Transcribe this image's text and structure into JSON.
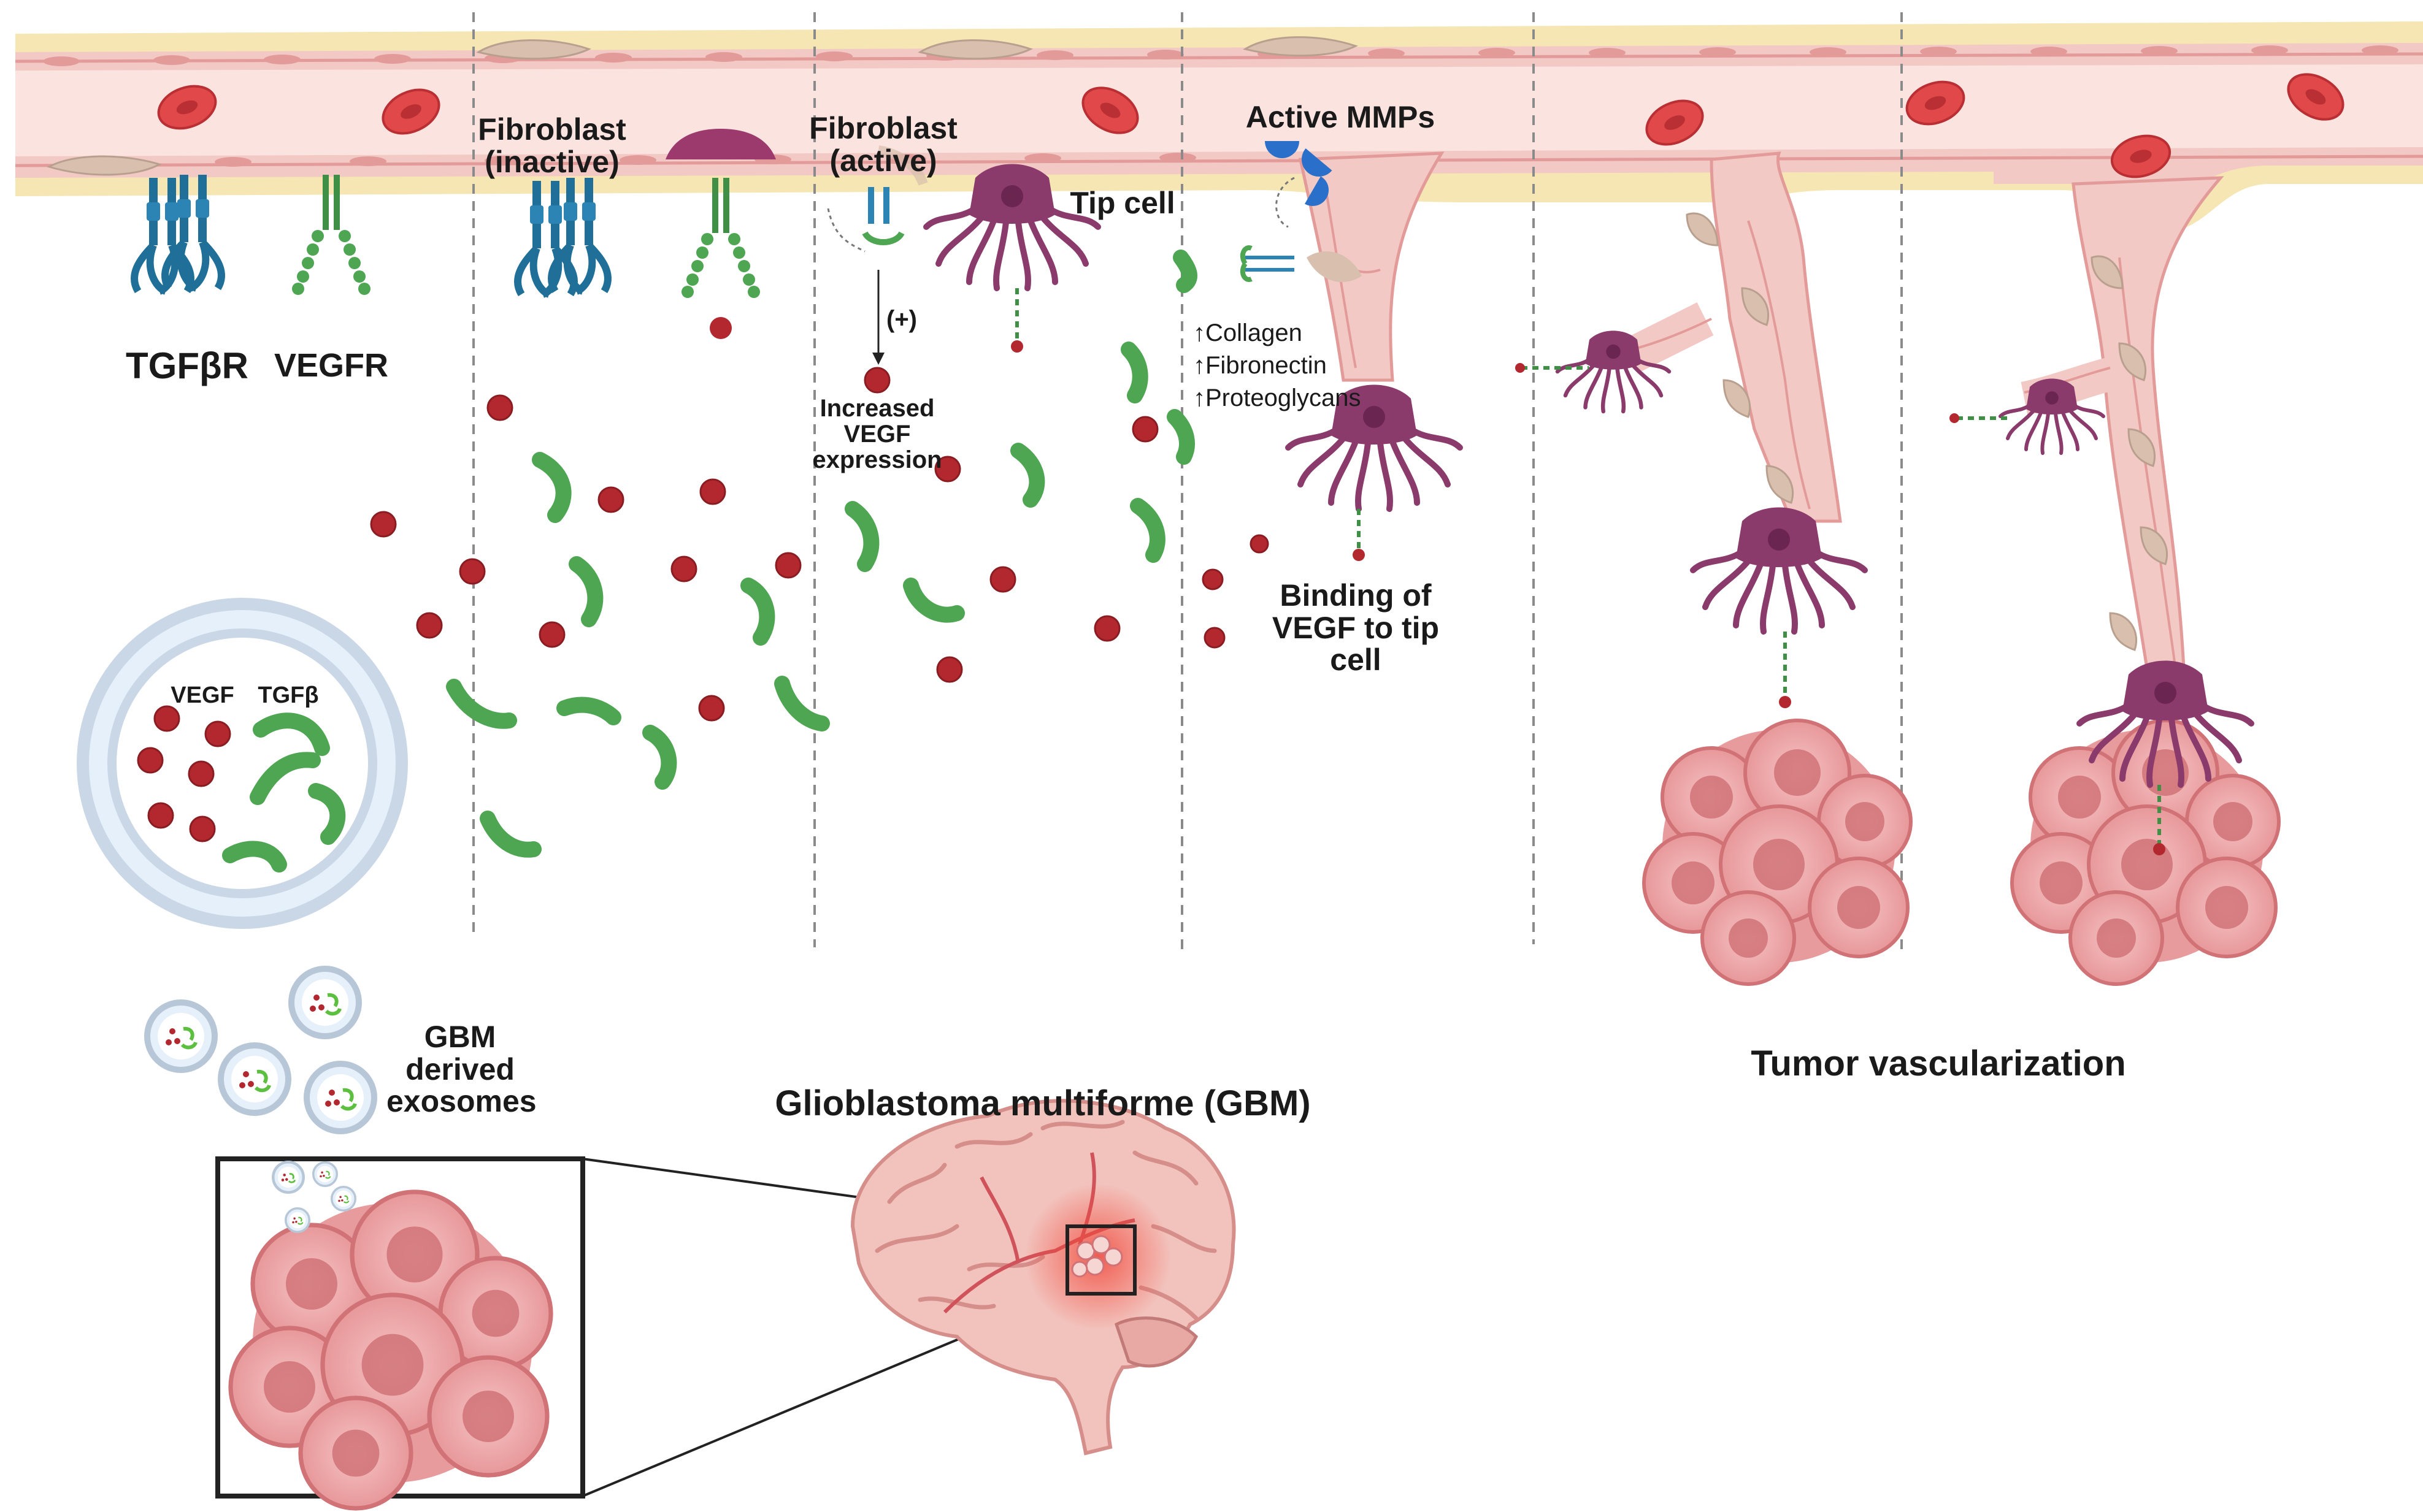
{
  "labels": {
    "tgfbr": "TGFβR",
    "vegfr": "VEGFR",
    "fibroblast_inactive": "Fibroblast\n(inactive)",
    "fibroblast_active": "Fibroblast\n(active)",
    "plus": "(+)",
    "increased_vegf": "Increased\nVEGF\nexpression",
    "tip_cell": "Tip cell",
    "active_mmps": "Active MMPs",
    "collagen": "↑Collagen",
    "fibronectin": "↑Fibronectin",
    "proteoglycans": "↑Proteoglycans",
    "binding": "Binding of\nVEGF to tip\ncell",
    "vegf": "VEGF",
    "tgfb": "TGFβ",
    "gbm_exosomes": "GBM\nderived\nexosomes",
    "gbm_title": "Glioblastoma multiforme (GBM)",
    "tumor_vasc": "Tumor vascularization"
  },
  "colors": {
    "vessel_wall": "#f2c9c4",
    "vessel_lumen": "#fbe3df",
    "basement": "#f5e6b3",
    "rbc": "#e0484a",
    "vegf": "#b3282f",
    "tgfb": "#5cbf3f",
    "tgfbr": "#1f6f98",
    "vegfr": "#3f8f47",
    "tip_cell": "#8a3a6b",
    "fibroblast": "#d8bfae",
    "tumor": "#eea6a6",
    "mmp": "#2a6fc9"
  }
}
